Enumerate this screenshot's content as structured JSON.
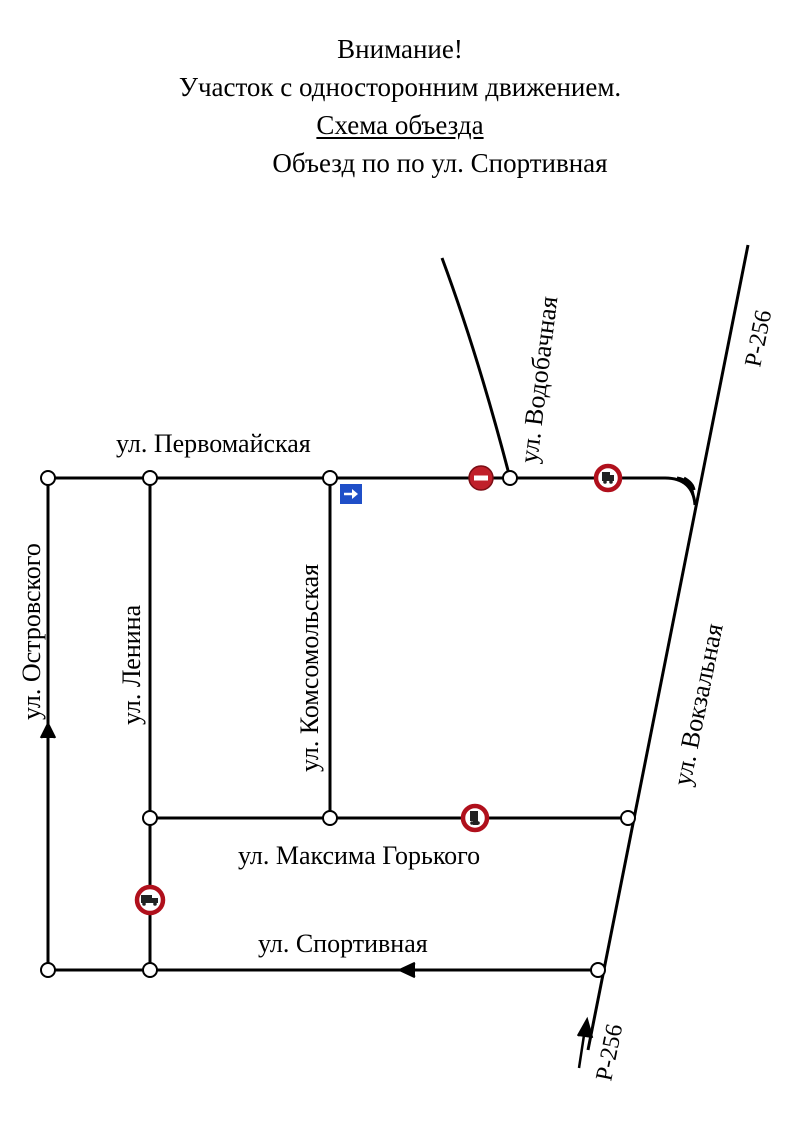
{
  "header": {
    "line1": "Внимание!",
    "line2": "Участок с односторонним движением.",
    "line3": "Схема объезда",
    "line4": "Объезд по по ул. Спортивная"
  },
  "streets": {
    "pervomayskaya": "ул. Первомайская",
    "vodobachnaya": "ул. Водобачная",
    "ostrovskogo": "ул. Островского",
    "lenina": "ул. Ленина",
    "komsomolskaya": "ул. Комсомольская",
    "vokzalnaya": "ул. Вокзальная",
    "gorkogo": "ул. Максима Горького",
    "sportivnaya": "ул. Спортивная"
  },
  "routes": {
    "top": "Р-256",
    "bottom": "Р-256"
  },
  "signs": {
    "no_entry": "no-entry-sign",
    "no_trucks": "no-trucks-sign",
    "one_way": "one-way-sign"
  },
  "colors": {
    "sign_red": "#c0202a",
    "sign_blue": "#1f4fc8",
    "road": "#000000"
  }
}
